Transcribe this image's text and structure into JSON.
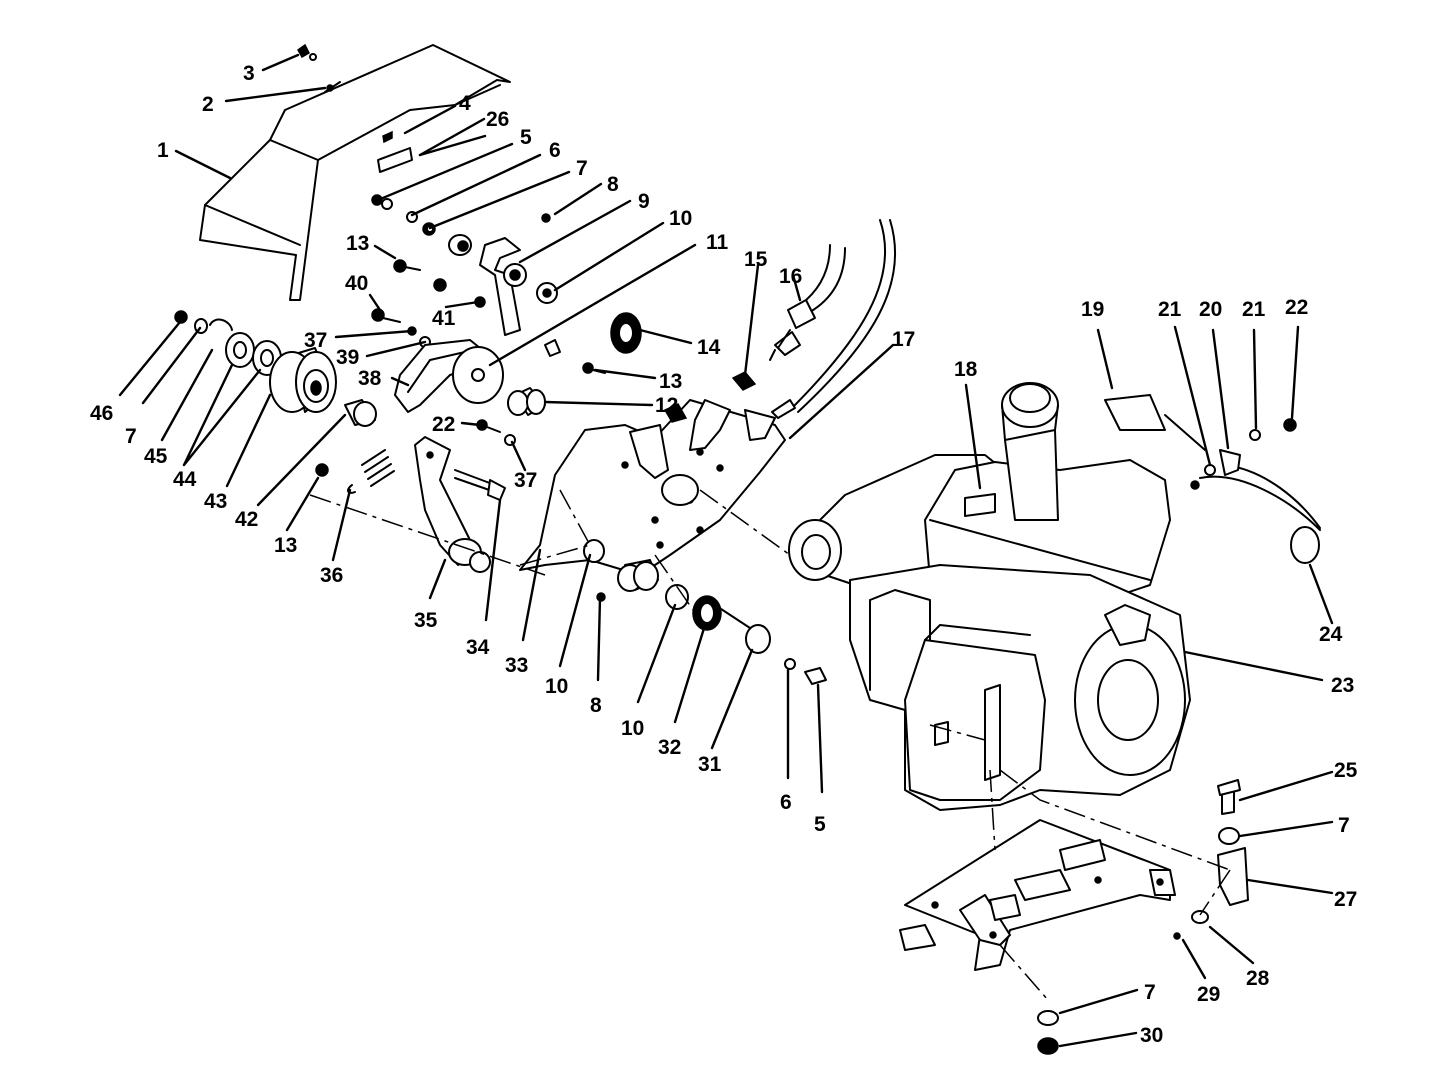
{
  "labels": {
    "l1": "1",
    "l2": "2",
    "l3": "3",
    "l4": "4",
    "l5a": "5",
    "l5b": "5",
    "l6a": "6",
    "l6b": "6",
    "l7a": "7",
    "l7b": "7",
    "l7c": "7",
    "l7d": "7",
    "l8a": "8",
    "l8b": "8",
    "l9": "9",
    "l10a": "10",
    "l10b": "10",
    "l10c": "10",
    "l11": "11",
    "l12": "12",
    "l13a": "13",
    "l13b": "13",
    "l13c": "13",
    "l14": "14",
    "l15": "15",
    "l16": "16",
    "l17": "17",
    "l18": "18",
    "l19": "19",
    "l20": "20",
    "l21a": "21",
    "l21b": "21",
    "l22a": "22",
    "l22b": "22",
    "l23": "23",
    "l24": "24",
    "l25": "25",
    "l26": "26",
    "l27": "27",
    "l28": "28",
    "l29": "29",
    "l30": "30",
    "l31": "31",
    "l32": "32",
    "l33": "33",
    "l34": "34",
    "l35": "35",
    "l36": "36",
    "l37a": "37",
    "l37b": "37",
    "l38": "38",
    "l39": "39",
    "l40": "40",
    "l41": "41",
    "l42": "42",
    "l43": "43",
    "l44": "44",
    "l45": "45",
    "l46": "46"
  },
  "footer_text": "",
  "colors": {
    "ink": "#000000",
    "paper": "#ffffff"
  }
}
